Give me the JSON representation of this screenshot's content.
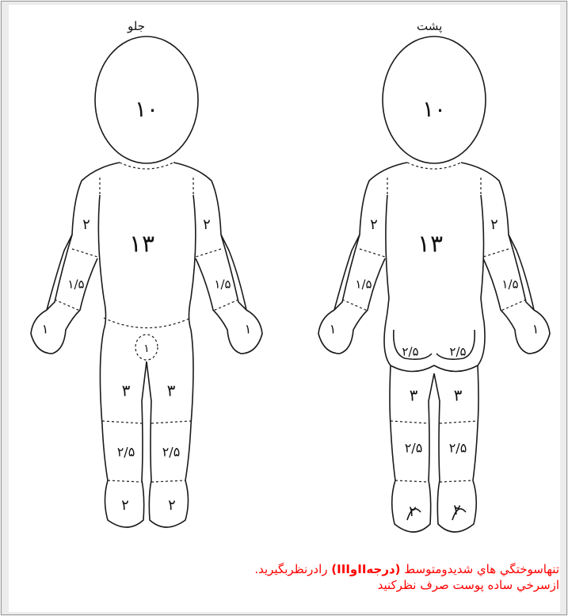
{
  "figure": {
    "front_title": "جلو",
    "back_title": "پشت",
    "front_labels": {
      "head": "۱۰",
      "trunk": "۱۳",
      "upper_arm_left": "۲",
      "upper_arm_right": "۲",
      "forearm_left": "۱/۵",
      "forearm_right": "۱/۵",
      "hand_left": "۱",
      "hand_right": "۱",
      "genital": "۱",
      "thigh_left": "۳",
      "thigh_right": "۳",
      "leg_left": "۲/۵",
      "leg_right": "۲/۵",
      "foot_left": "۲",
      "foot_right": "۲"
    },
    "back_labels": {
      "head": "۱۰",
      "trunk": "۱۳",
      "upper_arm_left": "۲",
      "upper_arm_right": "۲",
      "forearm_left": "۱/۵",
      "forearm_right": "۱/۵",
      "hand_left": "۱",
      "hand_right": "۱",
      "buttock_left": "۲/۵",
      "buttock_right": "۲/۵",
      "thigh_left": "۳",
      "thigh_right": "۳",
      "leg_left": "۲/۵",
      "leg_right": "۲/۵",
      "foot_left": "۲",
      "foot_right": "۲"
    }
  },
  "caption": {
    "line1_pre": "تنهاسوختگي هاي شديدومتوسط",
    "line1_bold": "(درجهIIوIII)",
    "line1_post": "رادرنظربگيريد.",
    "line2": "ازسرخي ساده پوست صرف نظركنيد"
  }
}
